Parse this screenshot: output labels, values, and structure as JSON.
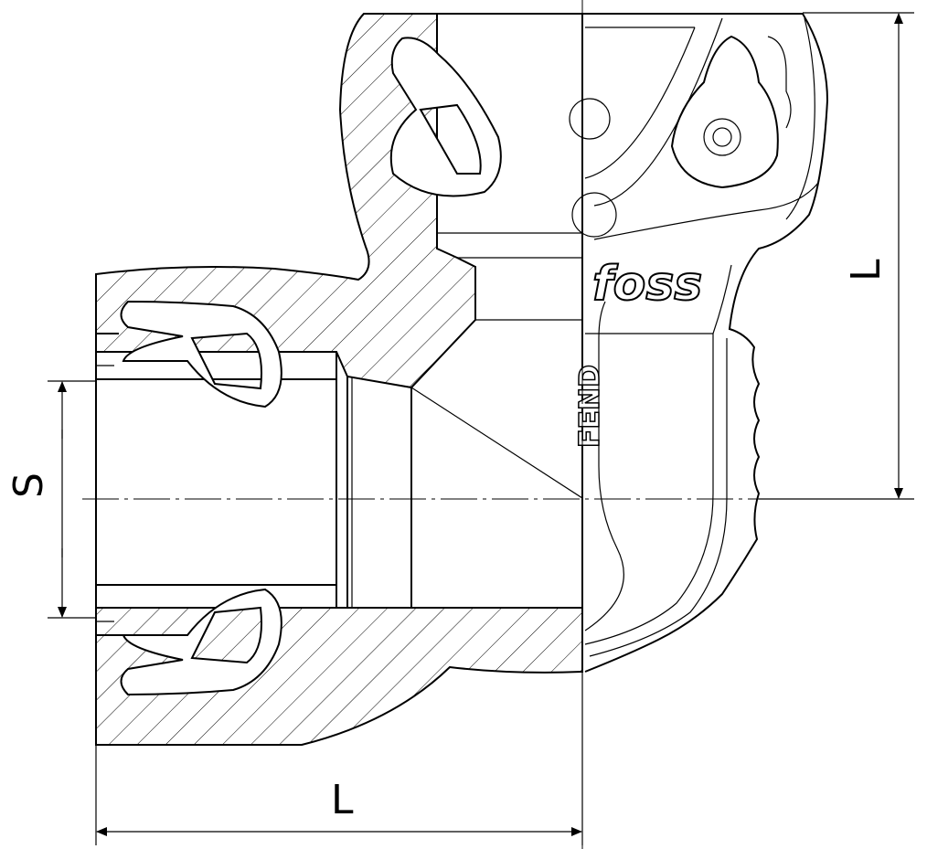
{
  "dimensions": {
    "socket_size_label": "S",
    "length_horizontal_label": "L",
    "length_vertical_label": "L"
  },
  "branding": {
    "logo_text": "foss",
    "side_marking": "FEND"
  }
}
